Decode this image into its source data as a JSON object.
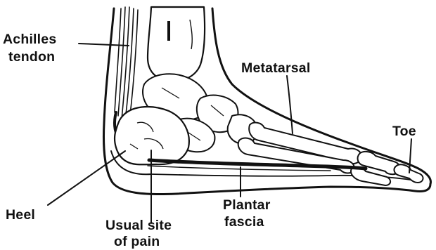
{
  "diagram": {
    "labels": {
      "achilles_line1": "Achilles",
      "achilles_line2": "tendon",
      "metatarsal": "Metatarsal",
      "toe": "Toe",
      "heel": "Heel",
      "site_line1": "Usual site",
      "site_line2": "of pain",
      "plantar_line1": "Plantar",
      "plantar_line2": "fascia"
    }
  }
}
